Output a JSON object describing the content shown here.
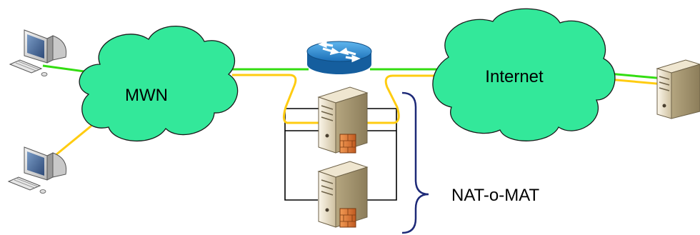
{
  "labels": {
    "mwn": "MWN",
    "internet": "Internet",
    "nat": "NAT-o-MAT"
  },
  "colors": {
    "cloud_fill": "#33e89a",
    "cloud_stroke": "#1a1a1a",
    "link_green": "#33dd11",
    "link_yellow": "#ffcc11",
    "link_black": "#000000",
    "brace": "#1e2a78",
    "router": "#1b79c4",
    "server_body": "#e8dcc0",
    "firewall": "#d06a2a"
  },
  "icons": [
    "desktop-computer-icon",
    "router-icon",
    "server-icon",
    "firewall-icon",
    "cloud-icon",
    "brace-icon"
  ]
}
